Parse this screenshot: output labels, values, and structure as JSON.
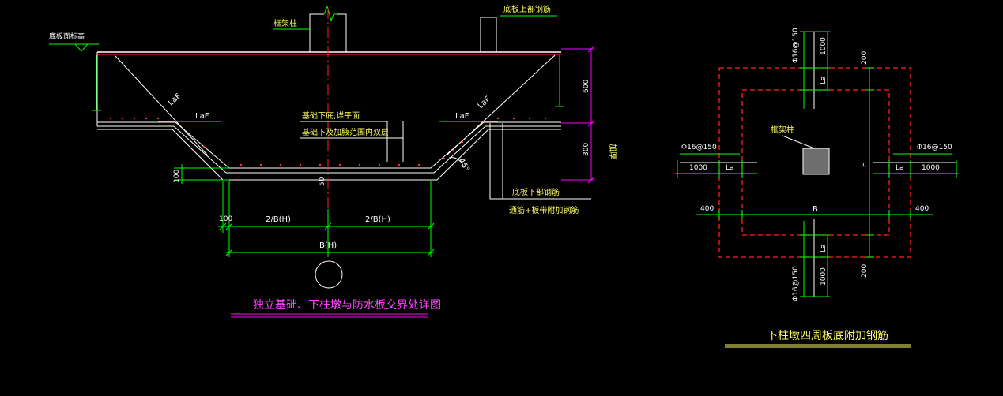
{
  "left_detail": {
    "ground_level_label": "底板面标高",
    "frame_column_label": "框架柱",
    "top_rebar_label": "底板上部钢筋",
    "laf_diagonal_left": "LaF",
    "laf_left": "LaF",
    "laf_right": "LaF",
    "laf_diagonal_right": "LaF",
    "note_line1": "基础下底,详平面",
    "note_line2": "基础下及加腋范围内双层",
    "dim_600": "600",
    "dim_300": "300",
    "thickness_label": "加厚",
    "angle_label": "45°",
    "dim_100_vertical": "100",
    "dim_50": "50",
    "bottom_rebar_label": "底板下部钢筋",
    "bottom_rebar_note": "通筋+板带附加钢筋",
    "dim_100_horizontal": "100",
    "dim_half_left": "2/B(H)",
    "dim_half_right": "2/B(H)",
    "dim_total": "B(H)",
    "title": "独立基础、下柱墩与防水板交界处详图"
  },
  "right_detail": {
    "dim_1000_top": "1000",
    "rebar_top": "Φ16@150",
    "la_top": "La",
    "dim_200_top": "200",
    "frame_column_label": "框架柱",
    "rebar_left": "Φ16@150",
    "rebar_right": "Φ16@150",
    "dim_1000_left": "1000",
    "la_left": "La",
    "la_right": "La",
    "dim_1000_right": "1000",
    "h_label": "H",
    "dim_400_left": "400",
    "dim_400_right": "400",
    "b_label": "B",
    "la_bottom": "La",
    "rebar_bottom": "Φ16@150",
    "dim_1000_bottom": "1000",
    "dim_200_bottom": "200",
    "title": "下柱墩四周板底附加钢筋"
  },
  "colors": {
    "background": "#000000",
    "dimension_lines": "#00ff00",
    "structure_lines": "#ffffff",
    "magenta": "#ff00ff",
    "rebar_red": "#ff2020",
    "label_yellow": "#ffff66",
    "column_fill": "#6e6e6e"
  },
  "icons": [
    "ground-level-triangle-icon",
    "section-break-icon",
    "axis-circle-icon"
  ]
}
